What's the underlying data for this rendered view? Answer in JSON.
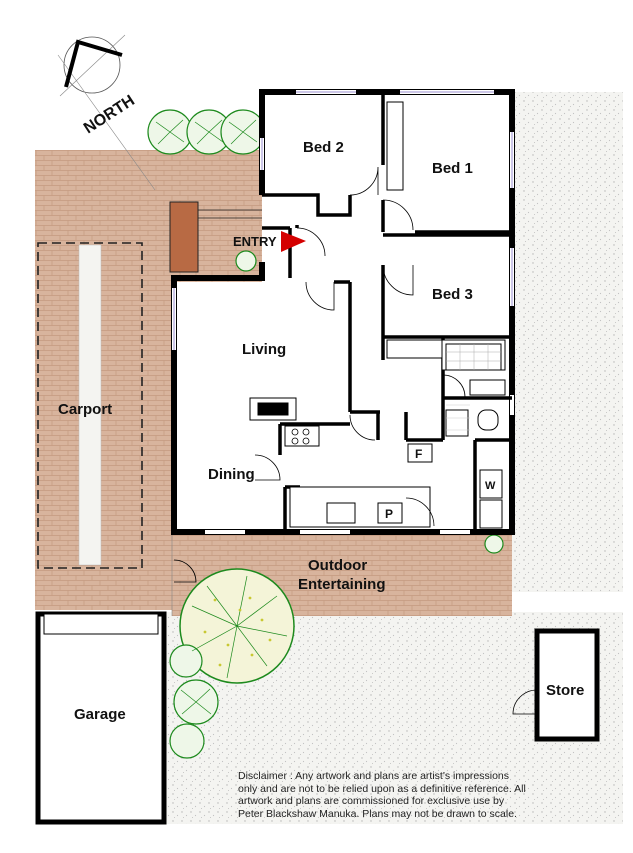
{
  "compass": {
    "label": "NORTH"
  },
  "rooms": {
    "bed2": "Bed 2",
    "bed1": "Bed 1",
    "bed3": "Bed 3",
    "entry": "ENTRY",
    "living": "Living",
    "dining": "Dining",
    "carport": "Carport",
    "outdoor_line1": "Outdoor",
    "outdoor_line2": "Entertaining",
    "garage": "Garage",
    "store": "Store"
  },
  "fixtures": {
    "fridge": "F",
    "pantry": "P",
    "washer": "W"
  },
  "colors": {
    "paving": "#d8b49d",
    "brick_line": "#c49a80",
    "wall": "#000000",
    "grass_dot": "#b5b5b5",
    "tree_green": "#1d8a1d",
    "tree_yellow": "#c8c832",
    "entry_arrow": "#d40000"
  },
  "disclaimer": {
    "line1": "Disclaimer : Any artwork and plans are artist's impressions",
    "line2": "only and are not to be relied upon as a definitive reference. All",
    "line3": "artwork and plans are commissioned for exclusive use by",
    "line4": "Peter Blackshaw Manuka. Plans may not be drawn to scale."
  }
}
